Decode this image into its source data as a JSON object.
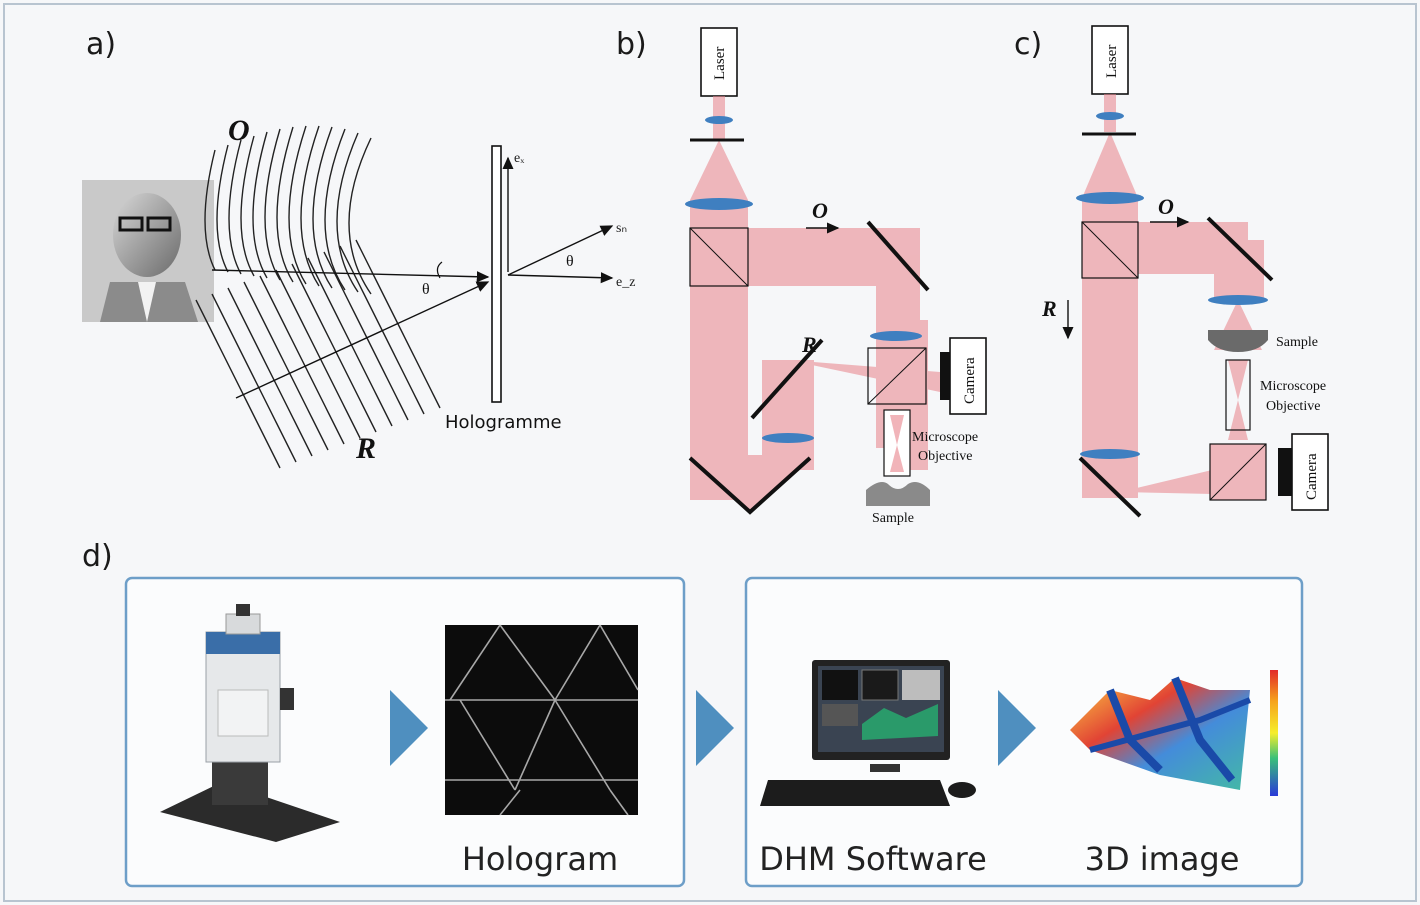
{
  "panels": {
    "a": {
      "label": "a)",
      "object_wave": "O",
      "reference_wave": "R",
      "angle": "θ",
      "hologram": "Hologramme",
      "vec_ex": "eₓ",
      "vec_sn": "sₙ",
      "vec_ez": "e_z"
    },
    "b": {
      "label": "b)",
      "laser": "Laser",
      "object_beam": "O",
      "reference_beam": "R",
      "camera": "Camera",
      "objective_line1": "Microscope",
      "objective_line2": "Objective",
      "sample": "Sample"
    },
    "c": {
      "label": "c)",
      "laser": "Laser",
      "object_beam": "O",
      "reference_beam": "R",
      "camera": "Camera",
      "objective_line1": "Microscope",
      "objective_line2": "Objective",
      "sample": "Sample"
    },
    "d": {
      "label": "d)",
      "steps": [
        "Hologram",
        "DHM Software",
        "3D image"
      ]
    }
  },
  "colors": {
    "beam": "#e8828a",
    "lens": "#3f7fc0",
    "frame": "#6d9ec8",
    "arrow": "#4f8fbf",
    "background": "#f6f7f9"
  },
  "icons": [
    "portrait-photo",
    "dhm-instrument",
    "hologram-image",
    "computer-monitor",
    "surface-3d",
    "color-scale"
  ]
}
